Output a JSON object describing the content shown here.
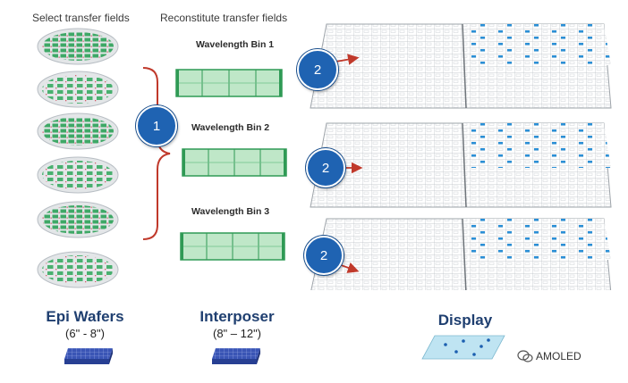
{
  "headers": {
    "select": "Select transfer fields",
    "reconstitute": "Reconstitute transfer fields"
  },
  "bins": [
    "Wavelength Bin 1",
    "Wavelength Bin 2",
    "Wavelength Bin 3"
  ],
  "steps": {
    "one": "1",
    "two": "2"
  },
  "columns": {
    "epi_title": "Epi Wafers",
    "epi_size": "(6\" - 8\")",
    "interposer_title": "Interposer",
    "interposer_size": "(8\" – 12\")",
    "display_title": "Display"
  },
  "watermark": "AMOLED",
  "colors": {
    "green": "#2f9a55",
    "strip_fill": "#bfe7c8",
    "circle_blue": "#1f63b2",
    "arrow_red": "#c0392b",
    "bracket_red": "#c0392b",
    "title_blue": "#1f3f70",
    "pixel_blue": "#2a8fd6"
  }
}
